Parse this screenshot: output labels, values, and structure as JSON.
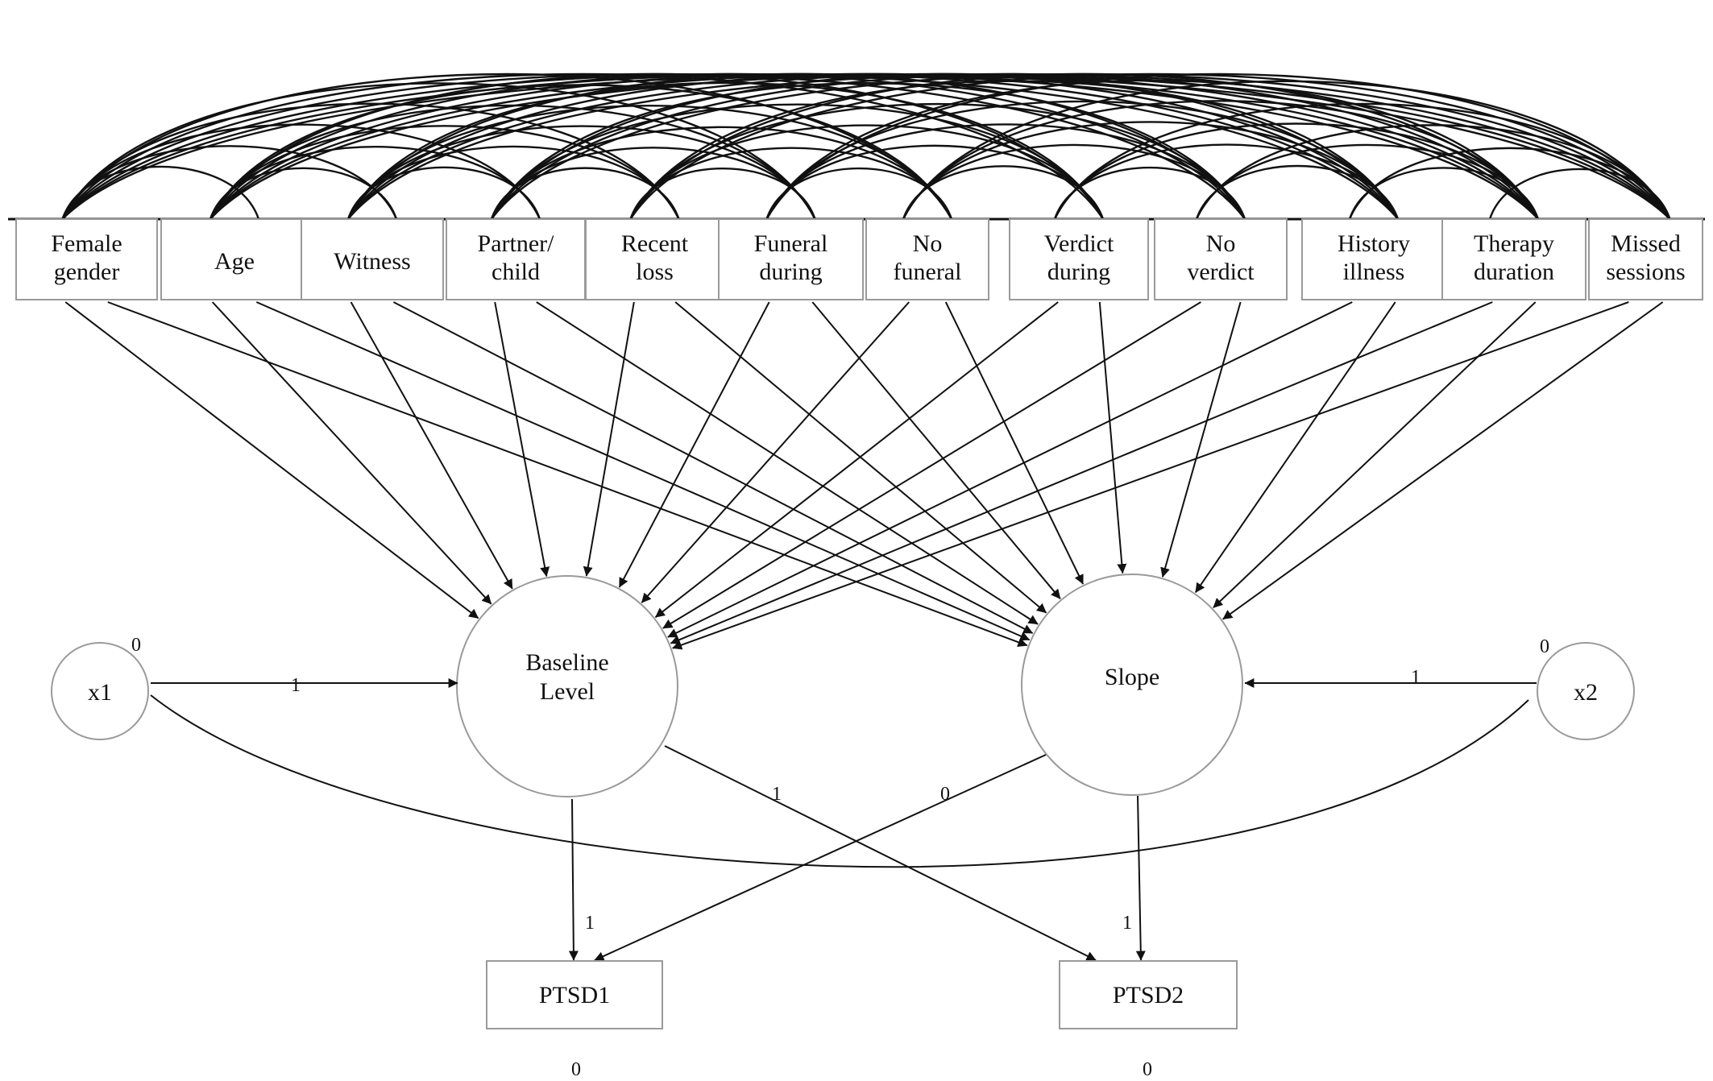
{
  "predictors": [
    {
      "id": "female_gender",
      "lines": [
        "Female",
        "gender"
      ]
    },
    {
      "id": "age",
      "lines": [
        "Age"
      ]
    },
    {
      "id": "witness",
      "lines": [
        "Witness"
      ]
    },
    {
      "id": "partner_child",
      "lines": [
        "Partner/",
        "child"
      ]
    },
    {
      "id": "recent_loss",
      "lines": [
        "Recent",
        "loss"
      ]
    },
    {
      "id": "funeral_during",
      "lines": [
        "Funeral",
        "during"
      ]
    },
    {
      "id": "no_funeral",
      "lines": [
        "No",
        "funeral"
      ]
    },
    {
      "id": "verdict_during",
      "lines": [
        "Verdict",
        "during"
      ]
    },
    {
      "id": "no_verdict",
      "lines": [
        "No",
        "verdict"
      ]
    },
    {
      "id": "history_illness",
      "lines": [
        "History",
        "illness"
      ]
    },
    {
      "id": "therapy_duration",
      "lines": [
        "Therapy",
        "duration"
      ]
    },
    {
      "id": "missed_sessions",
      "lines": [
        "Missed",
        "sessions"
      ]
    }
  ],
  "latents": {
    "baseline": {
      "lines": [
        "Baseline",
        "Level"
      ]
    },
    "slope": {
      "lines": [
        "Slope"
      ]
    }
  },
  "exogenous": {
    "x1": {
      "label": "x1",
      "variance": "0"
    },
    "x2": {
      "label": "x2",
      "variance": "0"
    }
  },
  "outcomes": {
    "ptsd1": {
      "label": "PTSD1",
      "residual": "0"
    },
    "ptsd2": {
      "label": "PTSD2",
      "residual": "0"
    }
  },
  "path_labels": {
    "x1_to_baseline": "1",
    "x2_to_slope": "1",
    "baseline_to_ptsd1": "1",
    "baseline_to_ptsd2": "1",
    "slope_to_ptsd1": "0",
    "slope_to_ptsd2": "1"
  }
}
